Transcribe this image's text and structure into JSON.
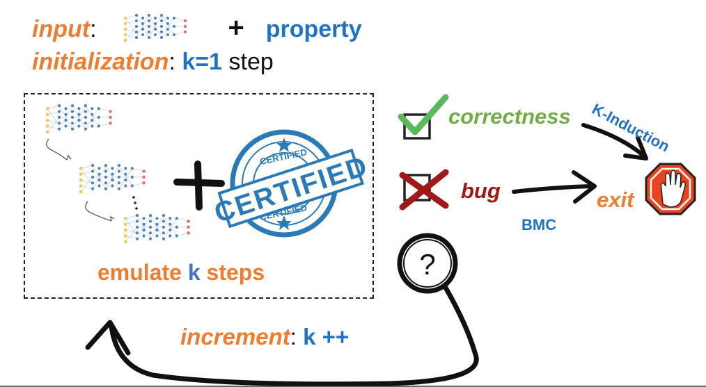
{
  "input": {
    "label": "input",
    "colon": ":",
    "plus": "+",
    "property": "property"
  },
  "initialization": {
    "label": "initialization",
    "colon": ":",
    "k": "k=1",
    "step": "step"
  },
  "emulate": {
    "pre": "emulate",
    "k": "k",
    "post": "steps"
  },
  "stamp": {
    "big": "CERTIFIED",
    "small_top": "CERTIFIED",
    "small_bottom": "CERTIFIED"
  },
  "outcomes": {
    "correctness": "correctness",
    "bug": "bug",
    "unknown_symbol": "?"
  },
  "edges": {
    "k_induction": "K-Induction",
    "bmc": "BMC"
  },
  "exit": {
    "label": "exit"
  },
  "increment": {
    "label": "increment",
    "colon": ":",
    "value": "k ++"
  },
  "colors": {
    "orange": "#ed7d31",
    "blue": "#1f72c4",
    "green": "#70ad47",
    "red": "#a01818",
    "stop_sign": "#e8451f"
  },
  "icons": [
    "neural-network-icon",
    "certified-stamp-icon",
    "checkbox-checked-icon",
    "checkbox-crossed-icon",
    "question-circle-icon",
    "stop-hand-icon"
  ]
}
